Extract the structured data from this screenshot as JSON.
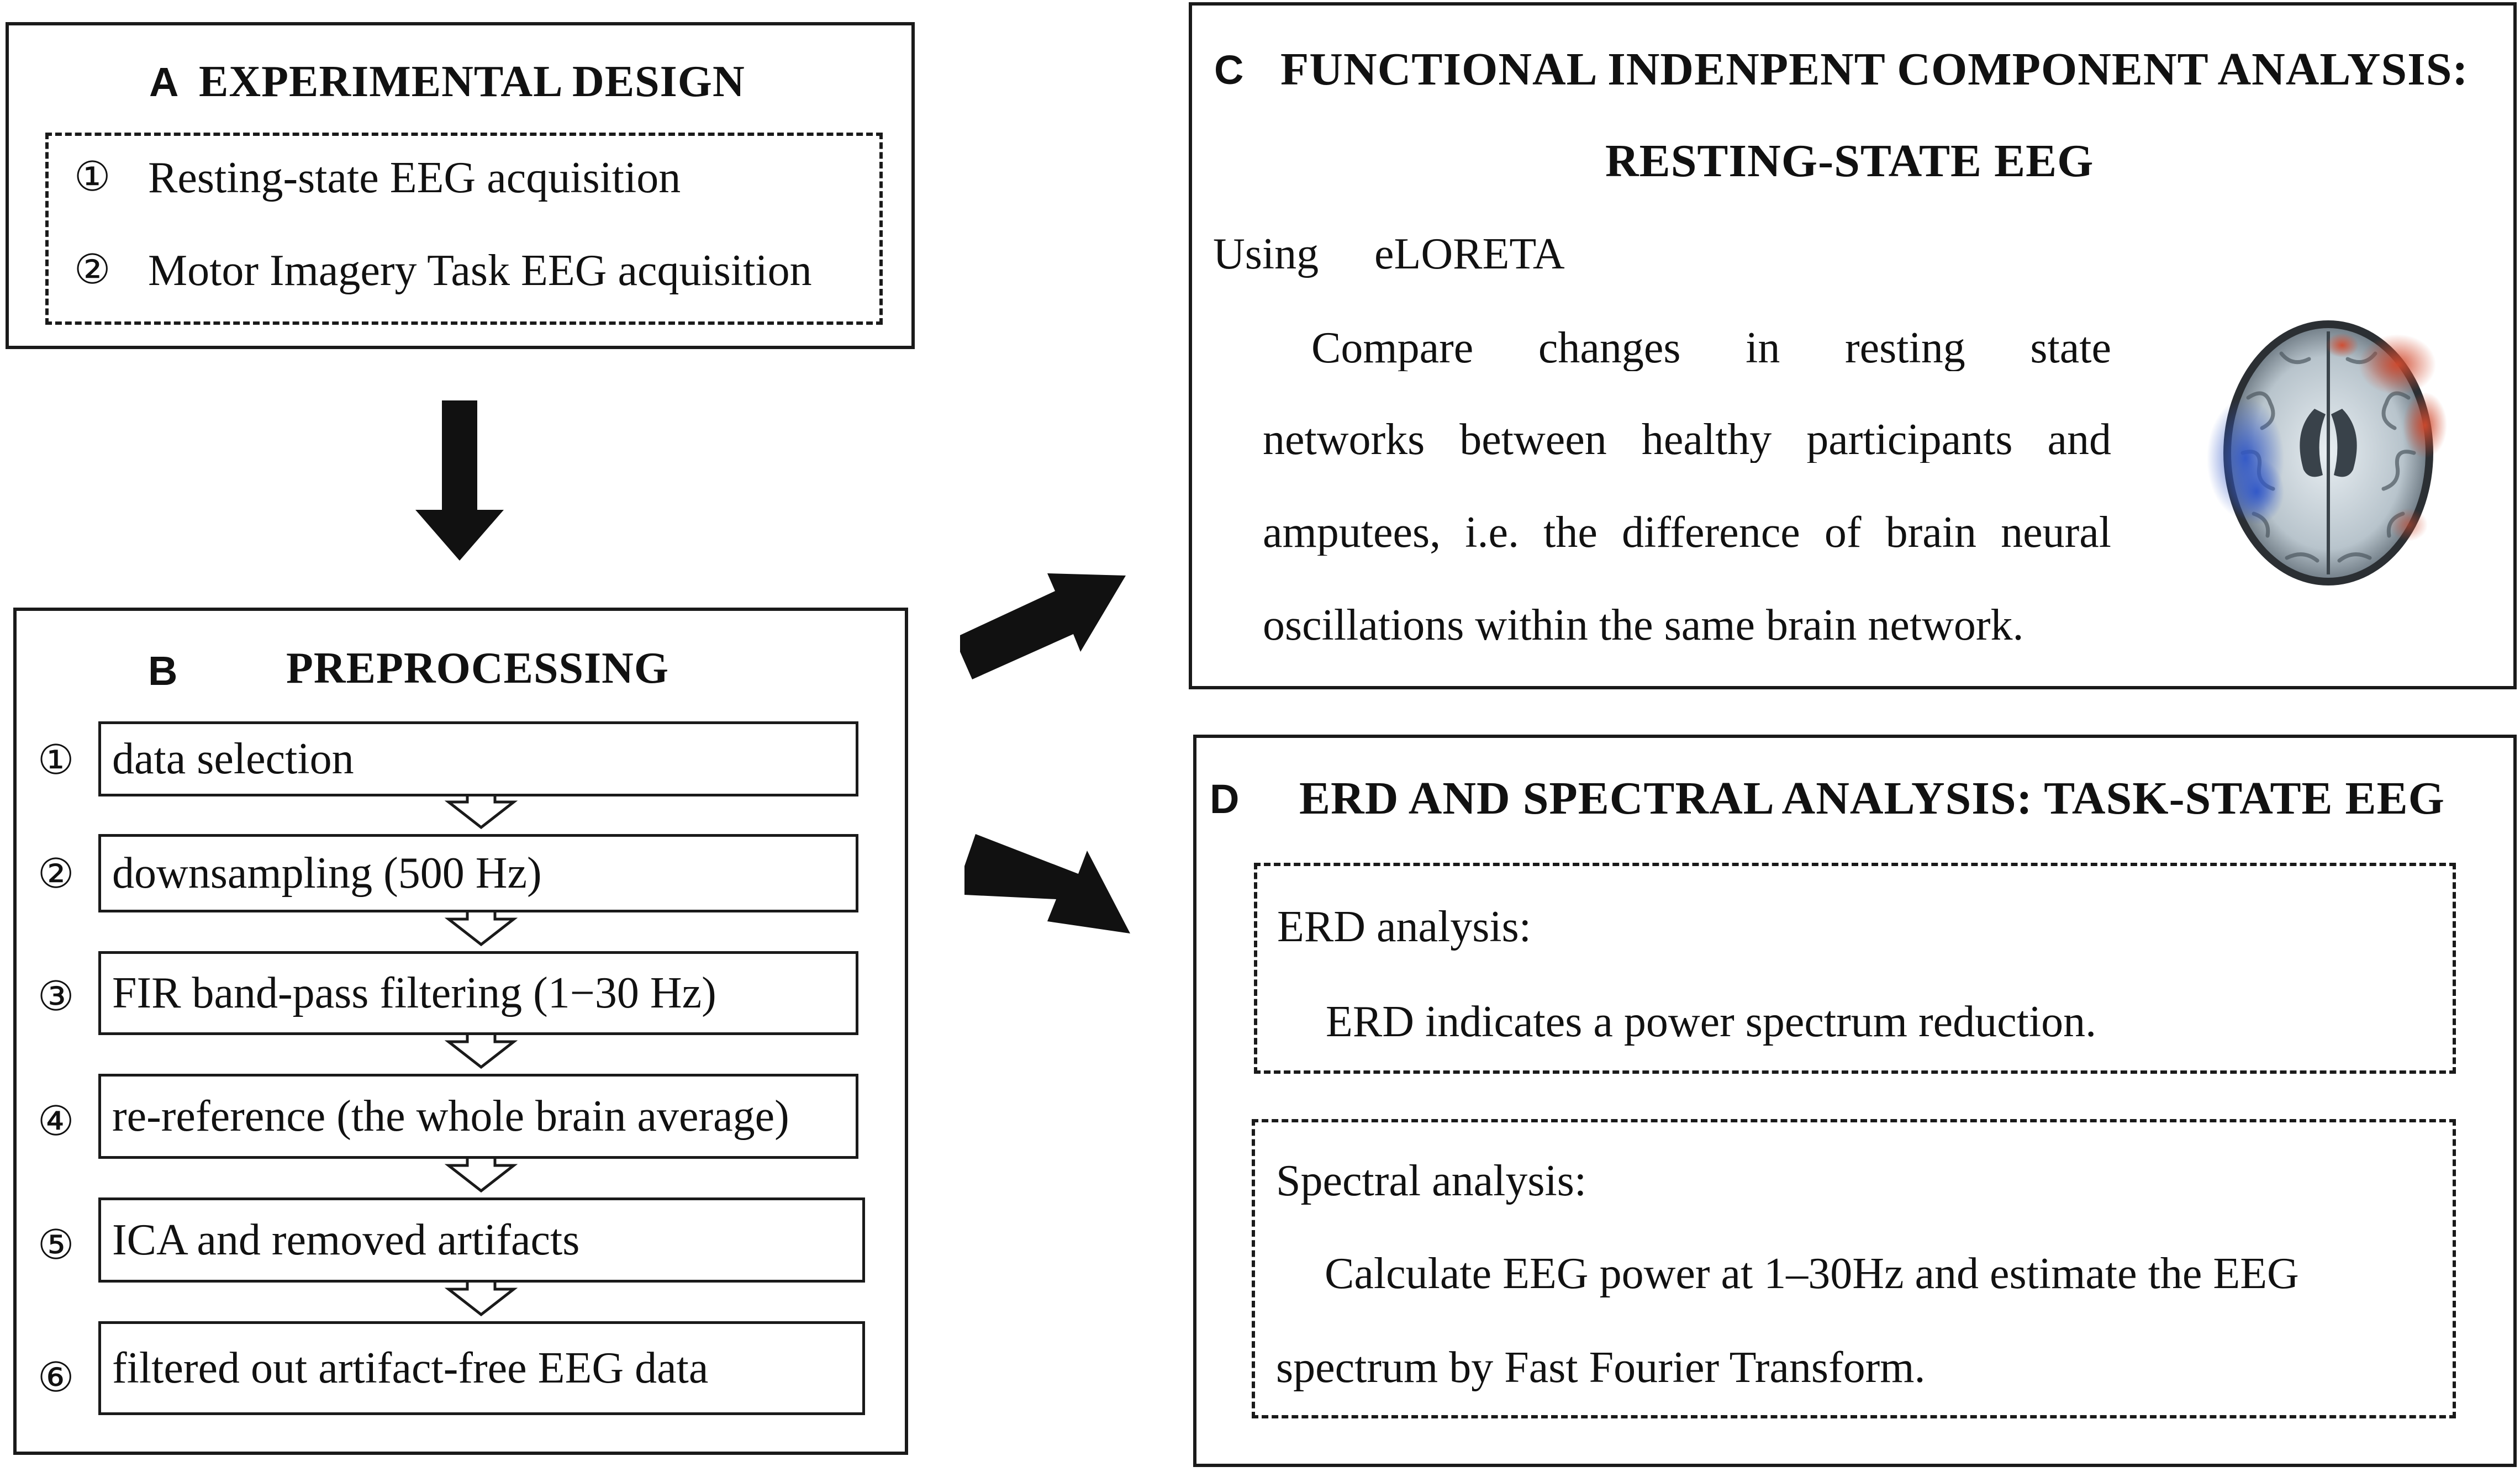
{
  "panel_a": {
    "letter": "A",
    "title": "EXPERIMENTAL DESIGN",
    "items": [
      {
        "num": "①",
        "text": "Resting-state EEG acquisition"
      },
      {
        "num": "②",
        "text": "Motor Imagery Task EEG acquisition"
      }
    ]
  },
  "panel_b": {
    "letter": "B",
    "title": "PREPROCESSING",
    "steps": [
      {
        "num": "①",
        "text": "data selection"
      },
      {
        "num": "②",
        "text": "downsampling (500 Hz)"
      },
      {
        "num": "③",
        "text": "FIR band-pass filtering (1−30 Hz)"
      },
      {
        "num": "④",
        "text": "re-reference (the whole brain average)"
      },
      {
        "num": "⑤",
        "text": "ICA and removed artifacts"
      },
      {
        "num": "⑥",
        "text": "filtered out artifact-free EEG data"
      }
    ]
  },
  "panel_c": {
    "letter": "C",
    "title_line1": "FUNCTIONAL INDENPENT COMPONENT ANALYSIS:",
    "title_line2": "RESTING-STATE EEG",
    "using_label": "Using",
    "method": "eLORETA",
    "description_lines": [
      "Compare changes in resting state",
      "networks between healthy participants and",
      "amputees, i.e. the difference of brain neural",
      "oscillations within the same brain network."
    ]
  },
  "panel_d": {
    "letter": "D",
    "title": "ERD AND SPECTRAL ANALYSIS: TASK-STATE EEG",
    "erd_heading": "ERD analysis:",
    "erd_text": "ERD indicates a power spectrum reduction.",
    "spectral_heading": "Spectral analysis:",
    "spectral_line1": "Calculate EEG power at 1–30Hz and estimate the EEG",
    "spectral_line2": "spectrum by Fast Fourier Transform."
  },
  "colors": {
    "border": "#1a1a1a",
    "arrow": "#111111",
    "brain_activation_warm": "#d24a2e",
    "brain_activation_cool": "#2f56c8"
  }
}
